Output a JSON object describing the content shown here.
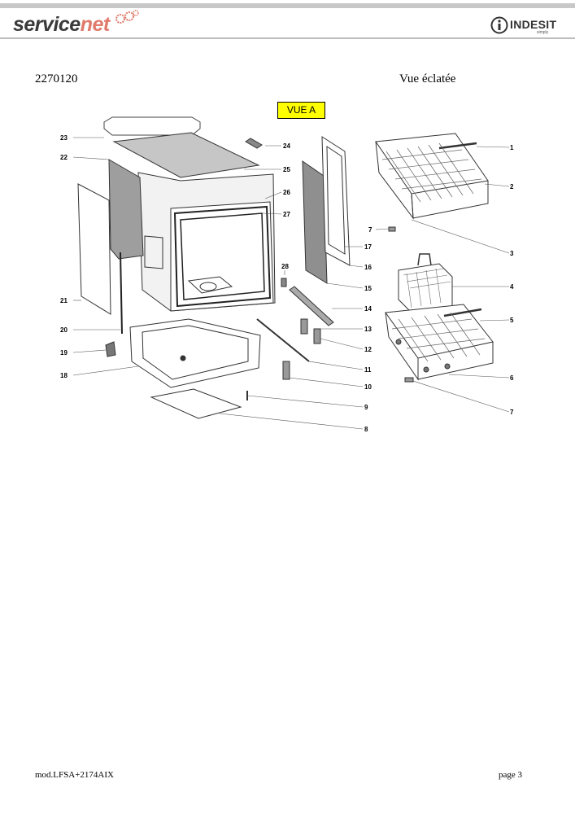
{
  "header": {
    "logo_left_a": "service",
    "logo_left_b": "net",
    "logo_right": "INDESIT",
    "logo_right_sub": "simply"
  },
  "document": {
    "number": "2270120",
    "view_title": "Vue éclatée",
    "view_label": "VUE A"
  },
  "diagram": {
    "part_numbers": [
      "1",
      "2",
      "3",
      "4",
      "5",
      "6",
      "7",
      "7",
      "8",
      "9",
      "10",
      "11",
      "12",
      "13",
      "14",
      "15",
      "16",
      "17",
      "18",
      "19",
      "20",
      "21",
      "22",
      "23",
      "24",
      "25",
      "26",
      "27",
      "28"
    ]
  },
  "footer": {
    "model": "mod.LFSA+2174AIX",
    "page": "page 3"
  }
}
